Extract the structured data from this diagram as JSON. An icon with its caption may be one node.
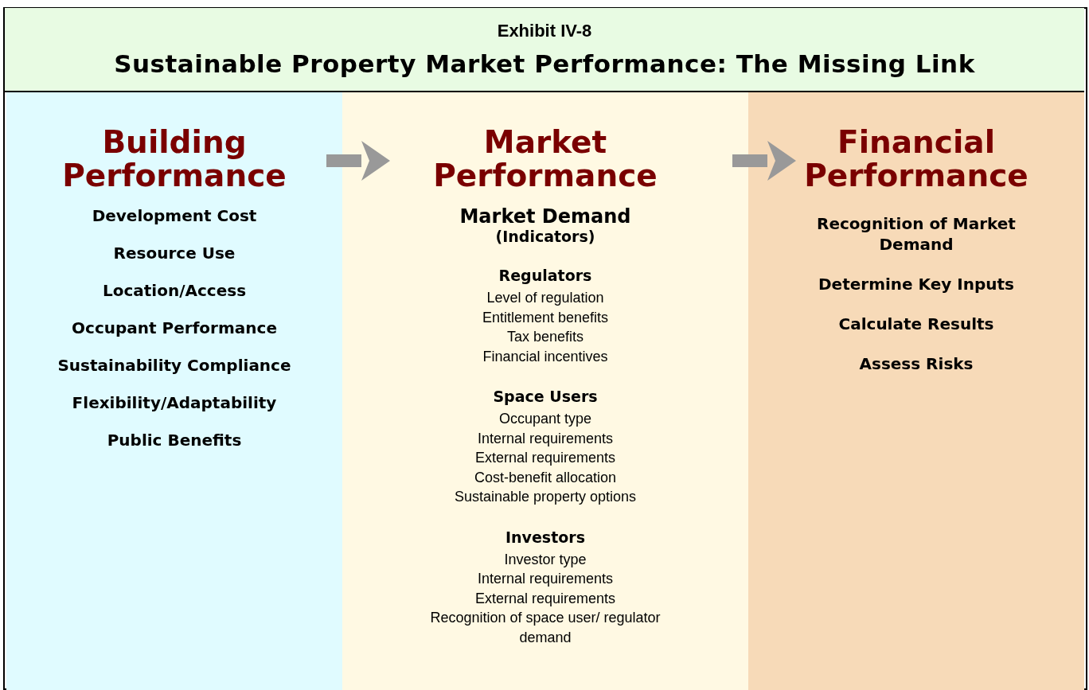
{
  "diagram": {
    "nodes": [
      {
        "text": [
          "Exhibit IV-8",
          "Sustainable Property Market Performance: The Missing Link"
        ]
      },
      {
        "text": [
          "Building Performance",
          "Development Cost",
          "Resource Use",
          "Location/Access",
          "Occupant Performance",
          "Sustainability Compliance",
          "Flexibility/Adaptability",
          "Public Benefits"
        ]
      },
      {
        "text": [
          "Market Performance",
          "Market Demand",
          "(Indicators)",
          "Regulators",
          "Level of regulation",
          "Entitlement benefits",
          "Tax benefits",
          "Financial incentives",
          "Space Users",
          "Occupant type",
          "Internal requirements",
          "External requirements",
          "Cost-benefit allocation",
          "Sustainable property options",
          "Investors",
          "Investor type",
          "Internal requirements",
          "External requirements",
          "Recognition of space user/ regulator demand"
        ]
      },
      {
        "text": [
          "Financial Performance",
          "Recognition of Market Demand",
          "Determine Key Inputs",
          "Calculate Results",
          "Assess Risks"
        ]
      }
    ],
    "edges": [
      {
        "from": 1,
        "to": 2,
        "arrow": "to"
      },
      {
        "from": 2,
        "to": 3,
        "arrow": "to"
      }
    ]
  }
}
